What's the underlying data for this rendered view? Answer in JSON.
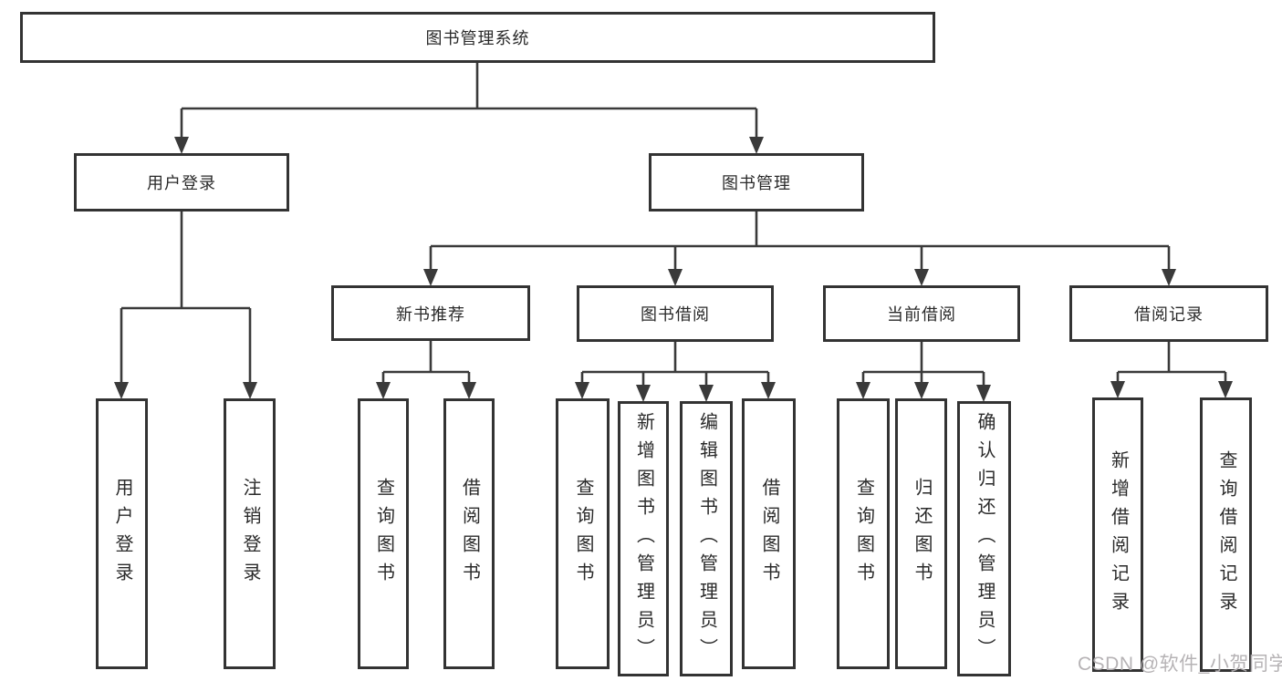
{
  "tree": {
    "label": "图书管理系统",
    "children": [
      {
        "label": "用户登录",
        "children": [
          {
            "label": "用户登录"
          },
          {
            "label": "注销登录"
          }
        ]
      },
      {
        "label": "图书管理",
        "children": [
          {
            "label": "新书推荐",
            "children": [
              {
                "label": "查询图书"
              },
              {
                "label": "借阅图书"
              }
            ]
          },
          {
            "label": "图书借阅",
            "children": [
              {
                "label": "查询图书"
              },
              {
                "label": "新增图书（管理员）"
              },
              {
                "label": "编辑图书（管理员）"
              },
              {
                "label": "借阅图书"
              }
            ]
          },
          {
            "label": "当前借阅",
            "children": [
              {
                "label": "查询图书"
              },
              {
                "label": "归还图书"
              },
              {
                "label": "确认归还（管理员）"
              }
            ]
          },
          {
            "label": "借阅记录",
            "children": [
              {
                "label": "新增借阅记录"
              },
              {
                "label": "查询借阅记录"
              }
            ]
          }
        ]
      }
    ]
  },
  "watermark": {
    "text": "CSDN @软件_小贺同学"
  },
  "colors": {
    "line": "#3a3a3a",
    "box_border": "#333333",
    "text": "#2a2a2a",
    "watermark": "#b3afb2",
    "background": "#ffffff"
  }
}
